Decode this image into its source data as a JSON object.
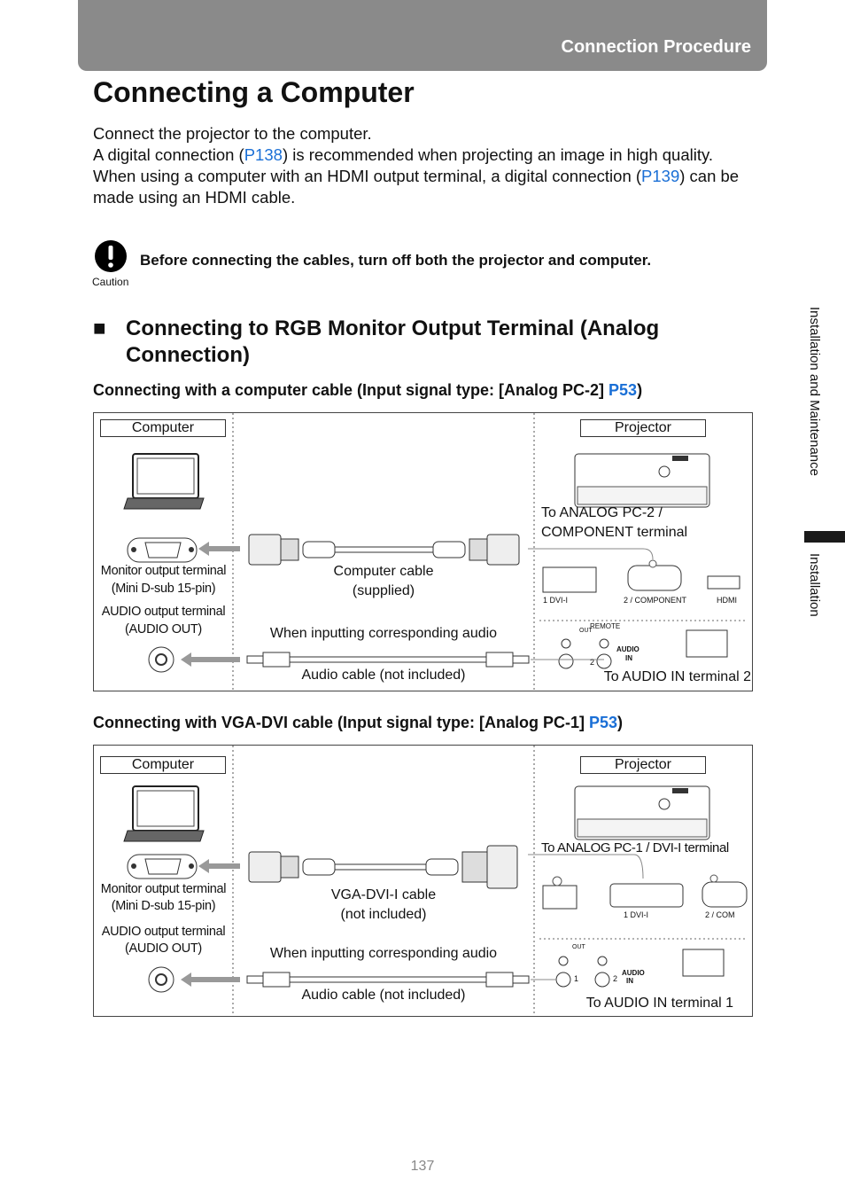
{
  "header": {
    "section_label": "Connection Procedure"
  },
  "page_title": "Connecting a Computer",
  "intro": {
    "line1": "Connect the projector to the computer.",
    "line2_before": "A digital connection (",
    "line2_link": "P138",
    "line2_after": ") is recommended when projecting an image in high quality.",
    "line3_before": "When using a computer with an HDMI output terminal, a digital connection (",
    "line3_link": "P139",
    "line3_after": ") can be made using an HDMI cable."
  },
  "caution": {
    "label": "Caution",
    "text": "Before connecting the cables, turn off both the projector and computer."
  },
  "section_heading": {
    "bullet": "■",
    "text": "Connecting to RGB Monitor Output Terminal (Analog Connection)"
  },
  "sub1": {
    "before": "Connecting with a computer cable (Input signal type: [Analog PC-2] ",
    "link": "P53",
    "after": ")"
  },
  "sub2": {
    "before": "Connecting with VGA-DVI cable (Input signal type: [Analog PC-1] ",
    "link": "P53",
    "after": ")"
  },
  "diagram1": {
    "computer": "Computer",
    "projector": "Projector",
    "monitor_terminal_1": "Monitor output terminal",
    "monitor_terminal_2": "(Mini D-sub 15-pin)",
    "audio_terminal_1": "AUDIO output terminal",
    "audio_terminal_2": "(AUDIO OUT)",
    "cable_1": "Computer cable",
    "cable_2": "(supplied)",
    "audio_note": "When inputting corresponding audio",
    "audio_cable": "Audio cable (not included)",
    "target_terminal_1": "To ANALOG PC-2 /",
    "target_terminal_2": "COMPONENT terminal",
    "audio_target": "To AUDIO IN terminal 2",
    "port_label_dvi": "1 DVI-I",
    "port_label_component": "2 / COMPONENT",
    "port_label_hdmi": "HDMI",
    "port_label_remote": "REMOTE",
    "port_label_out": "OUT",
    "port_label_audio": "AUDIO",
    "port_label_in": "IN",
    "port_num_2": "2"
  },
  "diagram2": {
    "computer": "Computer",
    "projector": "Projector",
    "monitor_terminal_1": "Monitor output terminal",
    "monitor_terminal_2": "(Mini D-sub 15-pin)",
    "audio_terminal_1": "AUDIO output terminal",
    "audio_terminal_2": "(AUDIO OUT)",
    "cable_1": "VGA-DVI-I cable",
    "cable_2": "(not included)",
    "audio_note": "When inputting corresponding audio",
    "audio_cable": "Audio cable (not included)",
    "target_terminal": "To ANALOG PC-1 / DVI-I terminal",
    "audio_target": "To AUDIO IN terminal 1",
    "port_label_dvi": "1 DVI-I",
    "port_label_component": "2 / COM",
    "port_label_out": "OUT",
    "port_label_audio": "AUDIO",
    "port_label_in": "IN",
    "port_num_1": "1",
    "port_num_2": "2"
  },
  "side_tabs": {
    "chapter": "Installation and Maintenance",
    "section": "Installation"
  },
  "page_number": "137",
  "colors": {
    "header_gray": "#8a8a8a",
    "link_blue": "#1a6fd6",
    "arrow_gray": "#999999"
  }
}
